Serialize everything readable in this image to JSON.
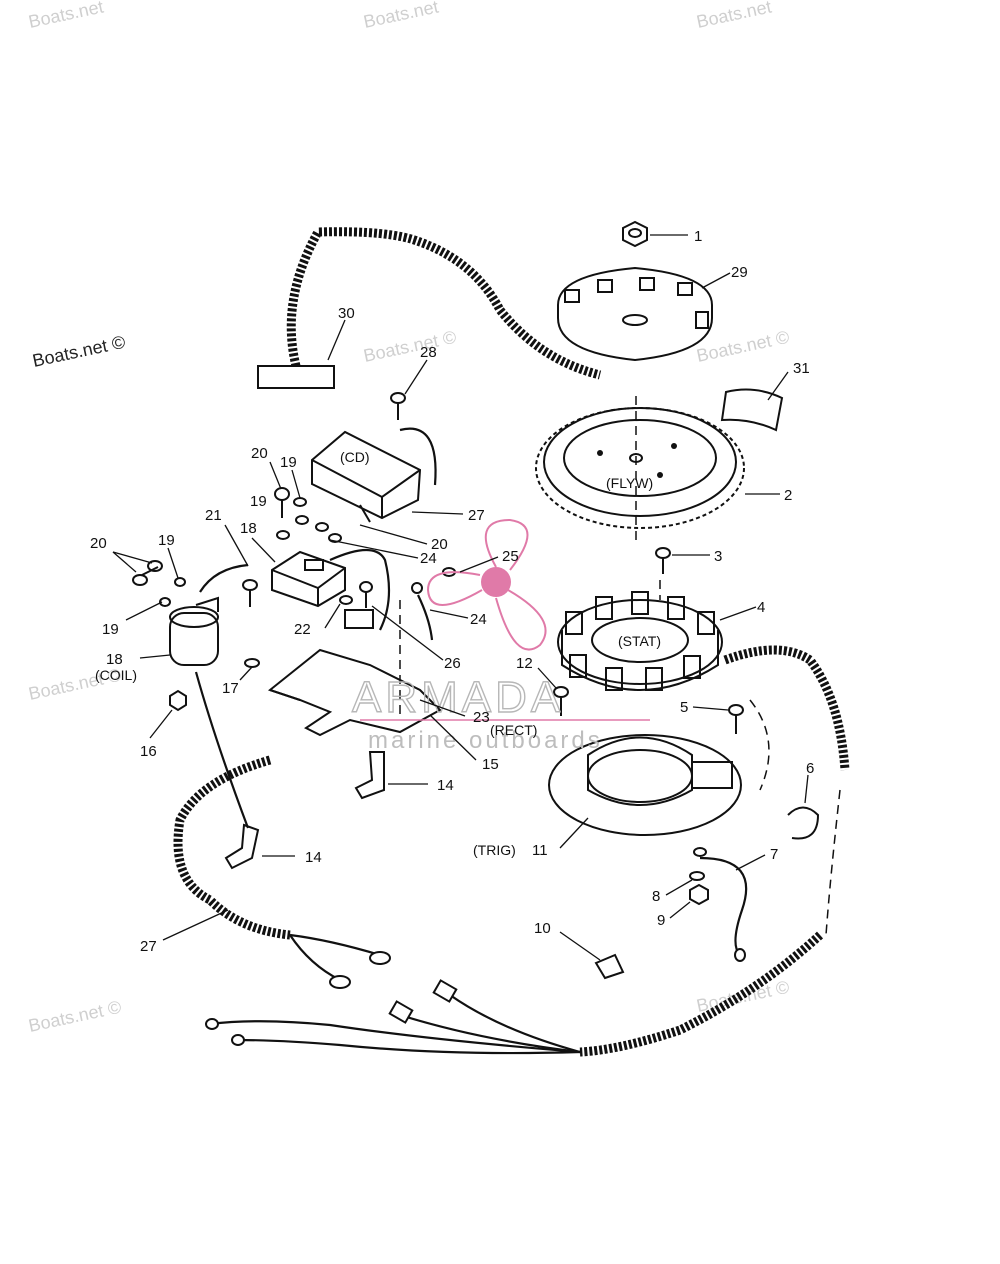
{
  "watermarks": [
    "Boats.net",
    "Boats.net",
    "Boats.net",
    "Boats.net ©",
    "Boats.net ©",
    "Boats.net ©",
    "Boats.net ©",
    "Boats.net ©",
    "Boats.net ©"
  ],
  "brand": {
    "name": "ARMADA",
    "tagline": "marine outboards",
    "logo_color": "#e07aa8"
  },
  "callouts": [
    "1",
    "29",
    "31",
    "2",
    "3",
    "4",
    "12",
    "5",
    "6",
    "7",
    "8",
    "9",
    "10",
    "11",
    "30",
    "28",
    "27",
    "20",
    "19",
    "20",
    "19",
    "24",
    "25",
    "24",
    "26",
    "22",
    "21",
    "18",
    "20",
    "19",
    "19",
    "18",
    "17",
    "16",
    "23",
    "15",
    "14",
    "14",
    "27"
  ],
  "tags": [
    "(CD)",
    "(FLYW)",
    "(STAT)",
    "(TRIG)",
    "(RECT)",
    "(COIL)"
  ]
}
